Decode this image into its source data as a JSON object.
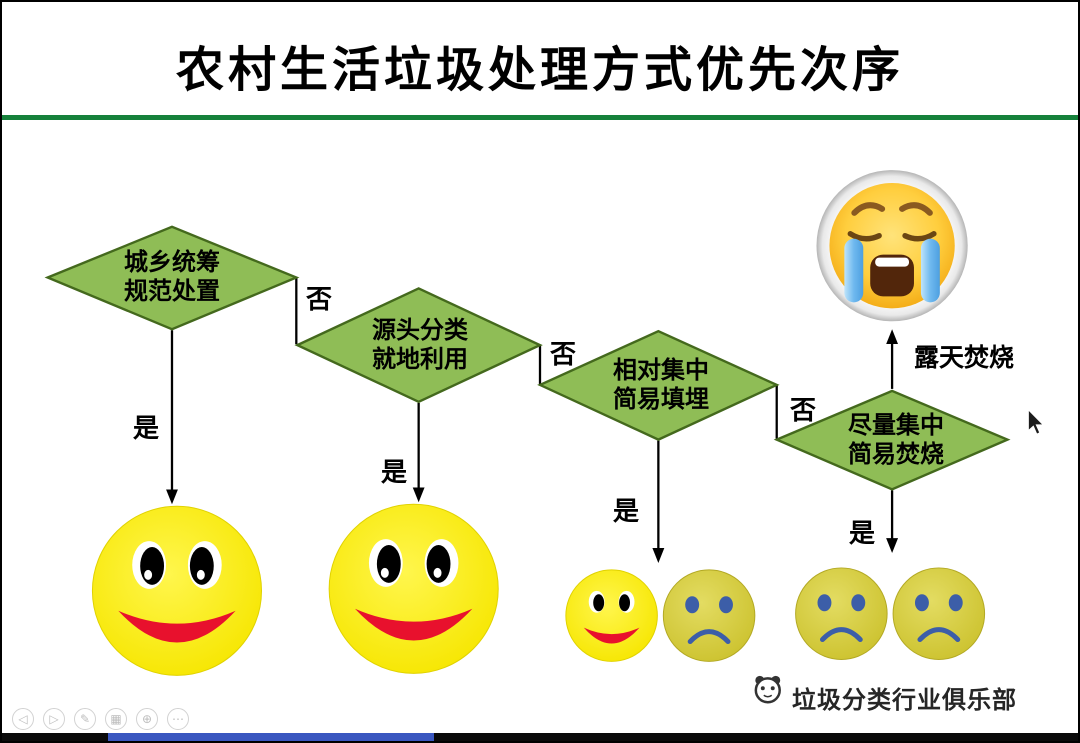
{
  "title": "农村生活垃圾处理方式优先次序",
  "flowchart": {
    "nodes": [
      {
        "id": 1,
        "label": "城乡统筹\n规范处置"
      },
      {
        "id": 2,
        "label": "源头分类\n就地利用"
      },
      {
        "id": 3,
        "label": "相对集中\n简易填埋"
      },
      {
        "id": 4,
        "label": "尽量集中\n简易焚烧"
      }
    ],
    "no_label": "否",
    "yes_label": "是",
    "open_burning_label": "露天焚烧",
    "outcome_icons": [
      "big-smiley",
      "big-smiley",
      "small-smiley-and-sad-face",
      "two-sad-faces",
      "crying-emoji"
    ]
  },
  "watermark": {
    "text": "垃圾分类行业俱乐部"
  },
  "toolbar": {
    "icons": [
      {
        "name": "previous-slide",
        "glyph": "◁"
      },
      {
        "name": "next-slide",
        "glyph": "▷"
      },
      {
        "name": "pen",
        "glyph": "✎"
      },
      {
        "name": "slide-grid",
        "glyph": "▦"
      },
      {
        "name": "zoom",
        "glyph": "⊕"
      },
      {
        "name": "more",
        "glyph": "⋯"
      }
    ]
  },
  "colors": {
    "diamond_fill": "#8FBD56",
    "diamond_border": "#44691d",
    "divider_green": "#15813b",
    "happy_yellow": "#F8E800",
    "smile_red": "#E8112D",
    "sad_olive": "#CDC32E",
    "sad_blue": "#3C5EA8",
    "tear_blue": "#6FB9EF",
    "progress_blue": "#3A57C0"
  }
}
